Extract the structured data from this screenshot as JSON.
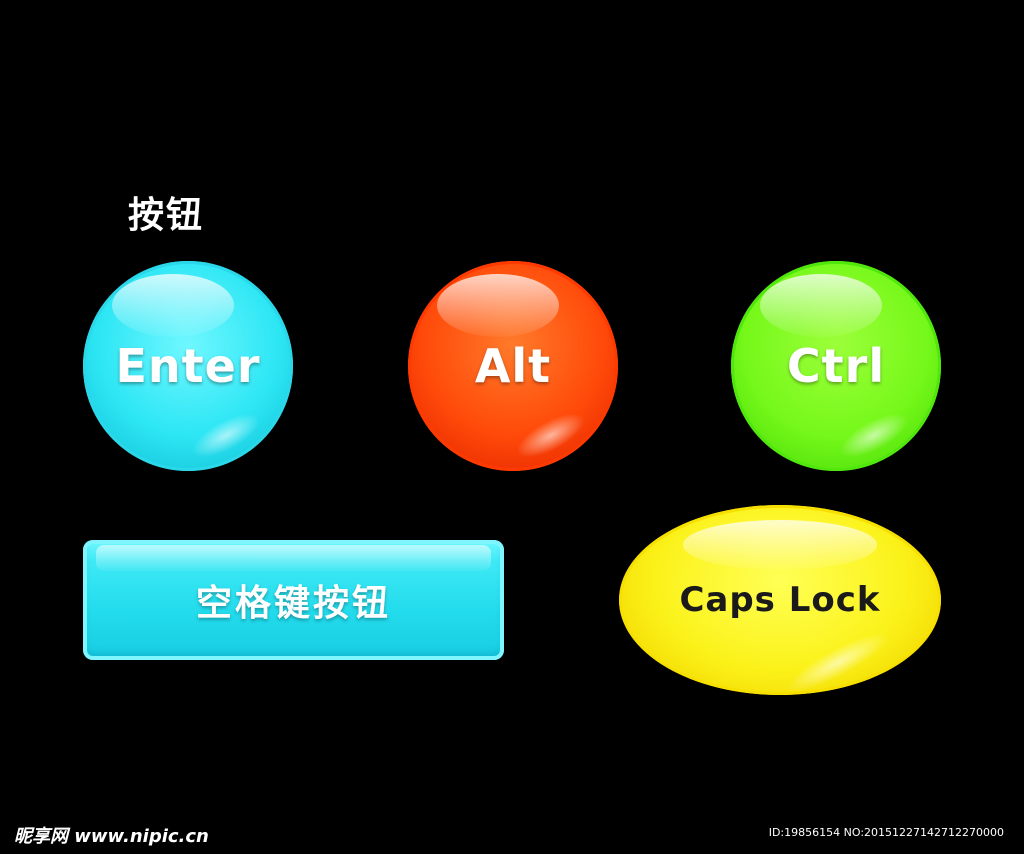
{
  "heading": "按钮",
  "buttons": {
    "enter": {
      "label": "Enter",
      "color": "#2de6f4"
    },
    "alt": {
      "label": "Alt",
      "color": "#ff4a0a"
    },
    "ctrl": {
      "label": "Ctrl",
      "color": "#76f81a"
    },
    "space": {
      "label": "空格键按钮",
      "color": "#22dbec"
    },
    "caps_lock": {
      "label": "Caps Lock",
      "color": "#fbf21a"
    }
  },
  "watermark": {
    "site": "昵享网 www.nipic.cn",
    "id_text": "ID:19856154 NO:20151227142712270000"
  }
}
